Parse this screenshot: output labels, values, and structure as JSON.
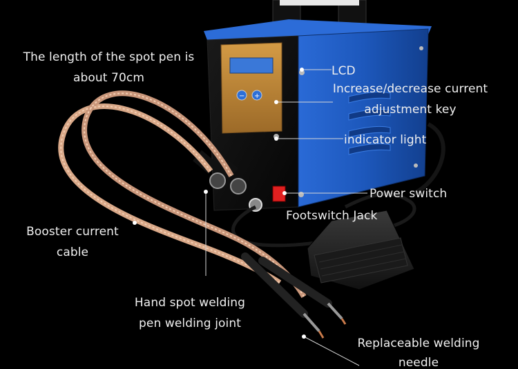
{
  "annotations": {
    "spot_pen_length": [
      "The length of the spot pen is",
      "about 70cm"
    ],
    "lcd": "LCD",
    "current_key": [
      "Increase/decrease current",
      "adjustment key"
    ],
    "indicator_light": "indicator light",
    "power_switch": "Power switch",
    "footswitch_jack": "Footswitch Jack",
    "booster_cable": [
      "Booster current",
      "cable"
    ],
    "pen_joint": [
      "Hand spot welding",
      "pen welding joint"
    ],
    "needle": [
      "Replaceable welding",
      "needle"
    ]
  },
  "colors": {
    "housing": "#1f5fc4",
    "panel": "#c08a3a",
    "lcd_screen": "#3a78d8",
    "cable": "#d9a888",
    "switch": "#e02020"
  }
}
